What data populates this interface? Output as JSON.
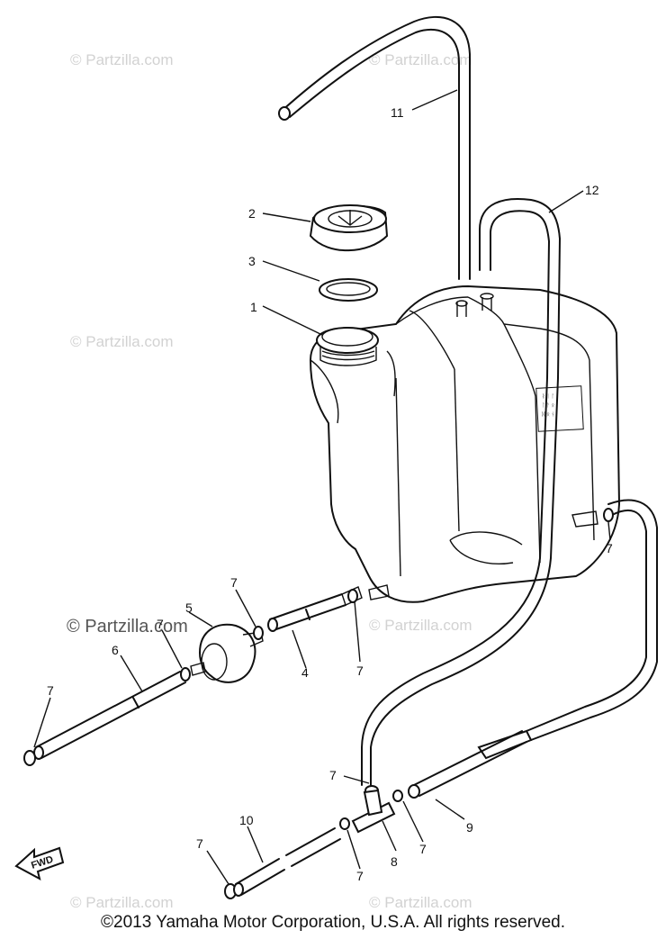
{
  "watermark": "© Partzilla.com",
  "callouts": {
    "c1": "1",
    "c2": "2",
    "c3": "3",
    "c4": "4",
    "c5": "5",
    "c6": "6",
    "c7": "7",
    "c8": "8",
    "c9": "9",
    "c10": "10",
    "c11": "11",
    "c12": "12"
  },
  "fwd_label": "FWD",
  "copyright": "©2013  Yamaha Motor Corporation, U.S.A. All rights reserved."
}
